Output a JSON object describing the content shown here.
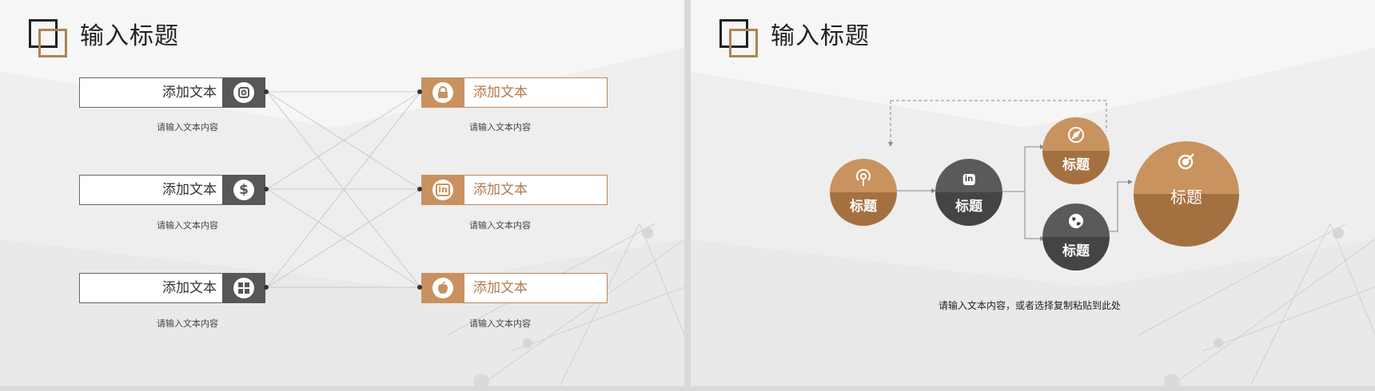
{
  "left_slide": {
    "title": "输入标题",
    "left_boxes": [
      {
        "label": "添加文本",
        "icon": "instagram-icon",
        "caption": "请输入文本内容"
      },
      {
        "label": "添加文本",
        "icon": "dollar-icon",
        "caption": "请输入文本内容"
      },
      {
        "label": "添加文本",
        "icon": "windows-icon",
        "caption": "请输入文本内容"
      }
    ],
    "right_boxes": [
      {
        "label": "添加文本",
        "icon": "lock-icon",
        "caption": "请输入文本内容"
      },
      {
        "label": "添加文本",
        "icon": "linkedin-icon",
        "caption": "请输入文本内容"
      },
      {
        "label": "添加文本",
        "icon": "apple-icon",
        "caption": "请输入文本内容"
      }
    ]
  },
  "right_slide": {
    "title": "输入标题",
    "nodes": [
      {
        "label": "标题",
        "icon": "podcast-icon"
      },
      {
        "label": "标题",
        "icon": "linkedin-icon"
      },
      {
        "label": "标题",
        "icon": "compass-icon"
      },
      {
        "label": "标题",
        "icon": "globe-icon"
      },
      {
        "label": "标题",
        "icon": "target-icon"
      }
    ],
    "note": "请输入文本内容，或者选择复制粘贴到此处"
  },
  "colors": {
    "brown": "#b5835a",
    "brown_dark": "#9c6a3f",
    "gray_dark": "#4a4a4a",
    "gray_icon": "#575757",
    "gold": "#a98556"
  }
}
